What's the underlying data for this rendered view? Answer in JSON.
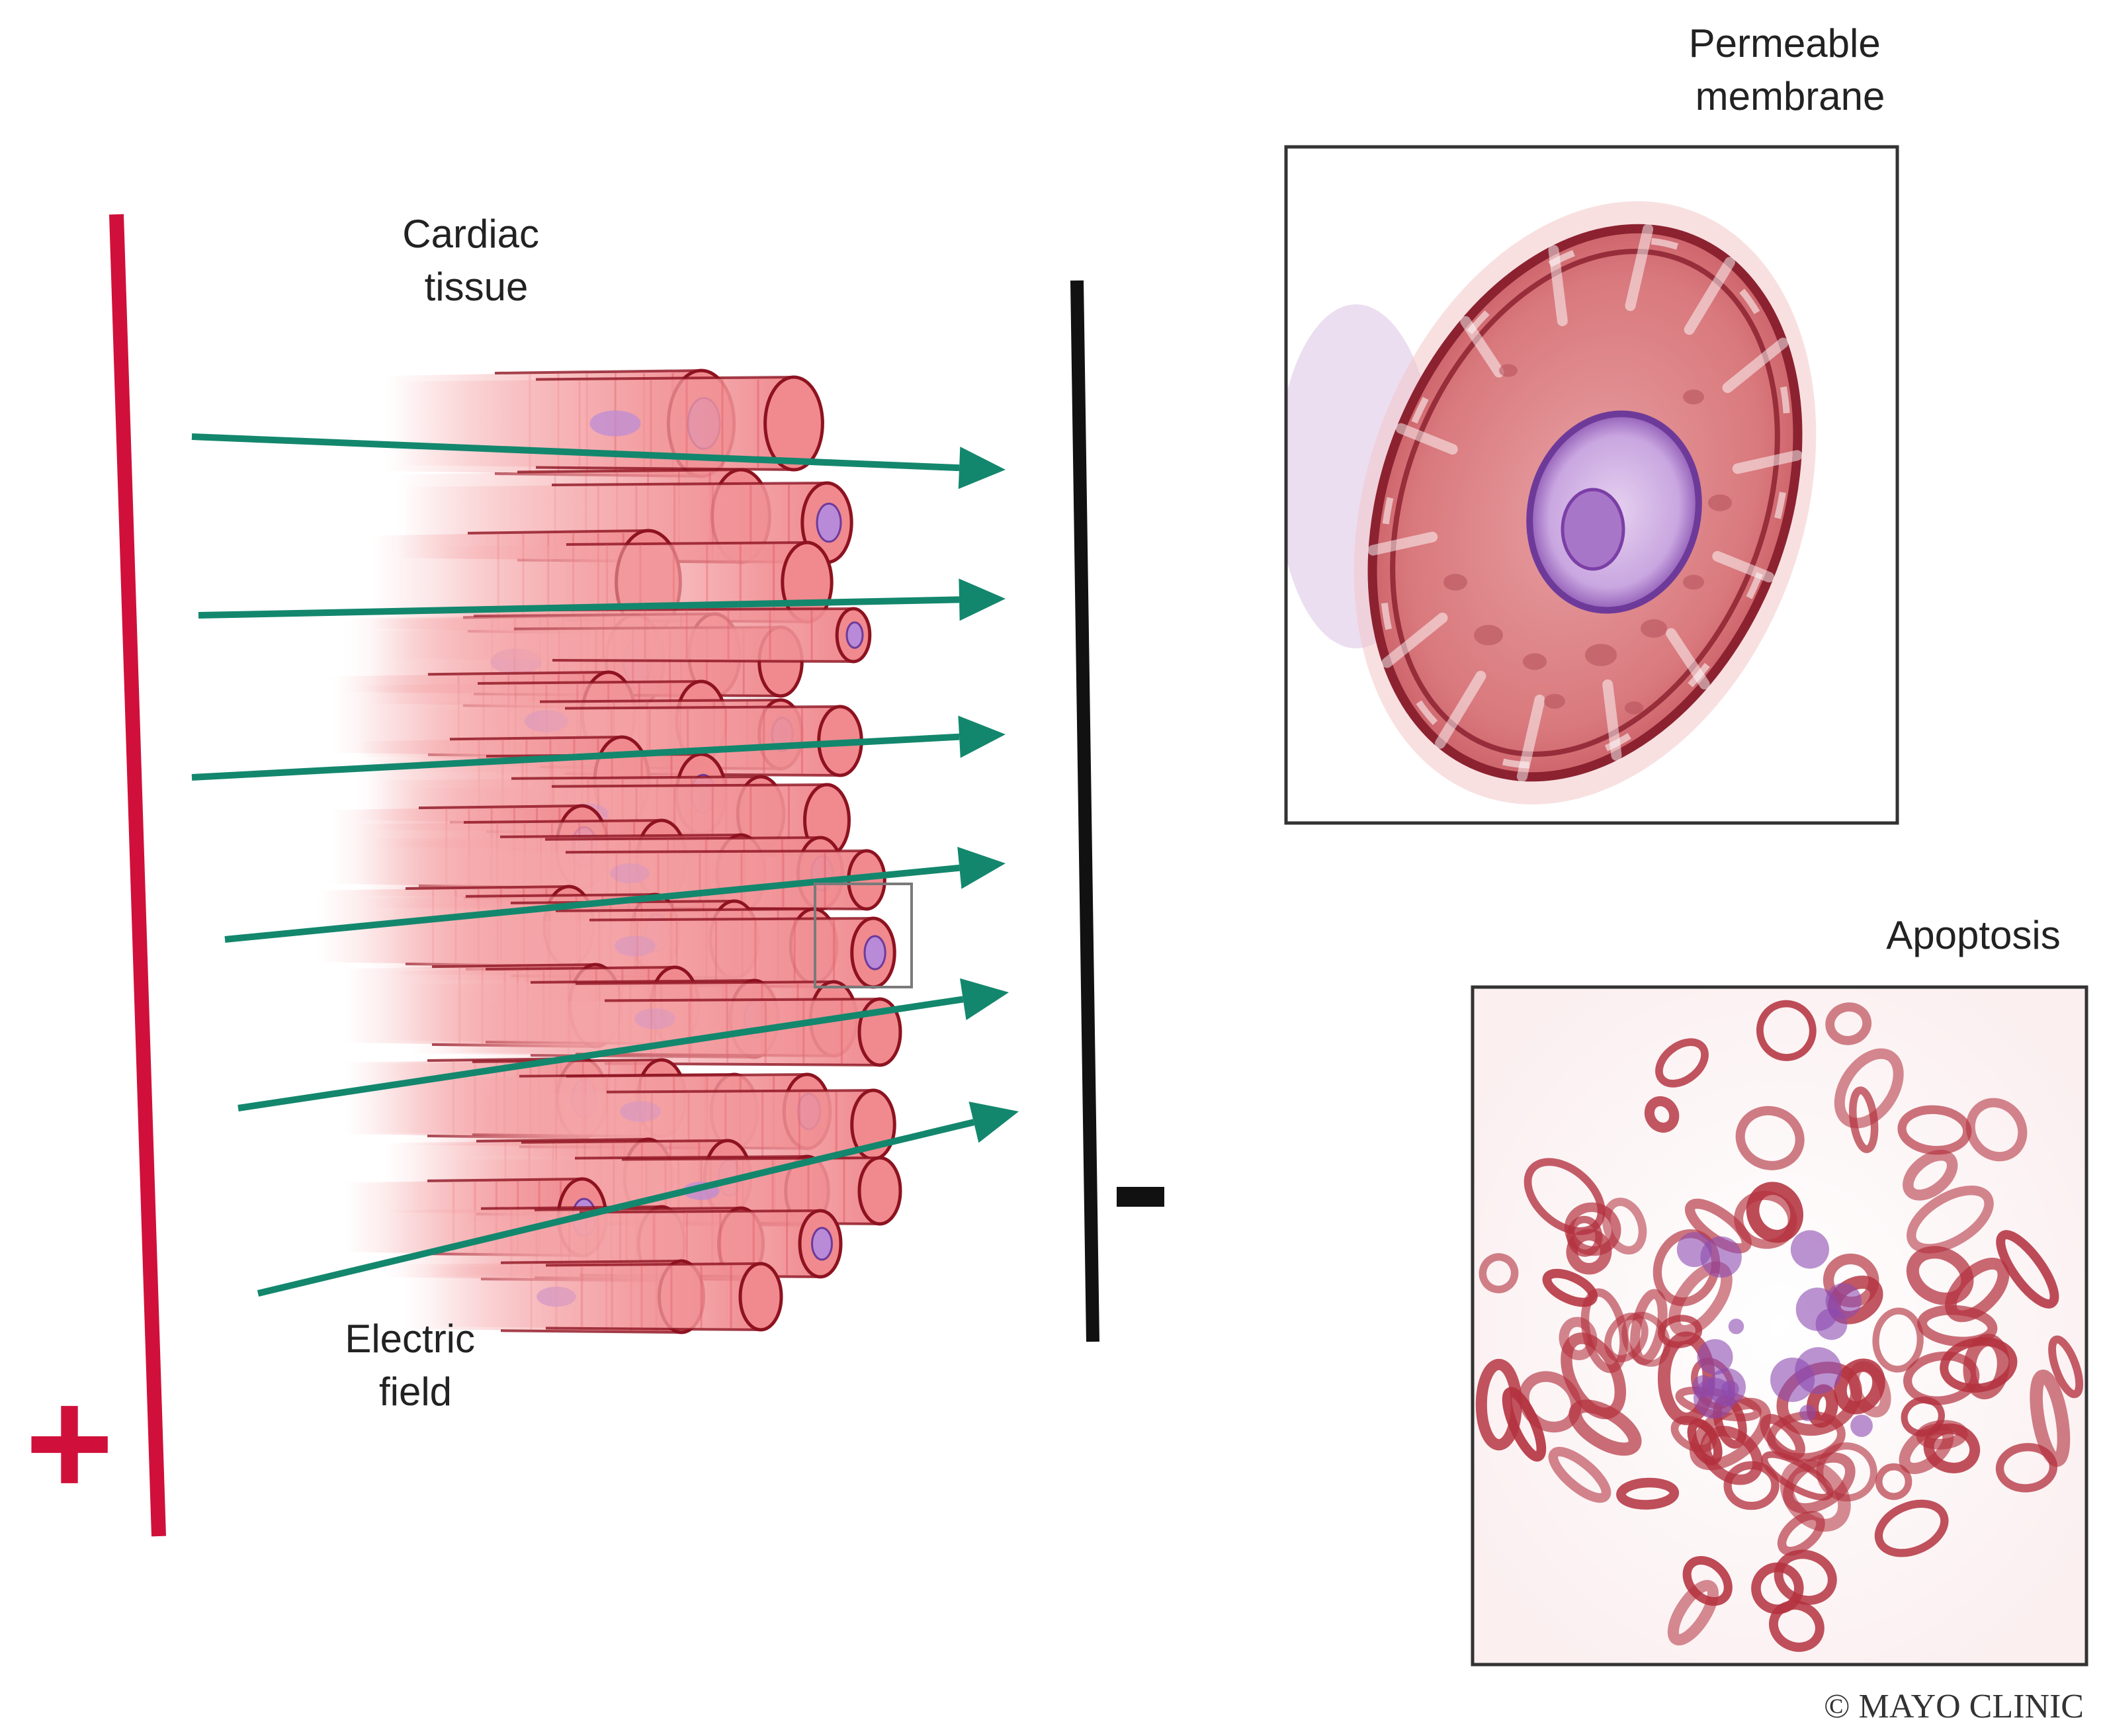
{
  "labels": {
    "cardiac_tissue": [
      "Cardiac",
      "tissue"
    ],
    "electric_field": [
      "Electric",
      "field"
    ],
    "permeable_membrane": [
      "Permeable",
      "membrane"
    ],
    "apoptosis": "Apoptosis",
    "plus_sign": "+",
    "minus_sign": "–",
    "copyright": "© MAYO CLINIC"
  },
  "colors": {
    "positive_electrode": "#d0103a",
    "negative_electrode": "#111111",
    "field_arrow": "#13876d",
    "muscle_fill": "#f08a8e",
    "muscle_outline": "#8e1220",
    "muscle_shade": "#e35d66",
    "nucleus": "#b98ad8",
    "nucleus_dark": "#6e3a9a",
    "cell_wall": "#8c2230",
    "panel_border": "#333333"
  },
  "arrow_count": 6
}
